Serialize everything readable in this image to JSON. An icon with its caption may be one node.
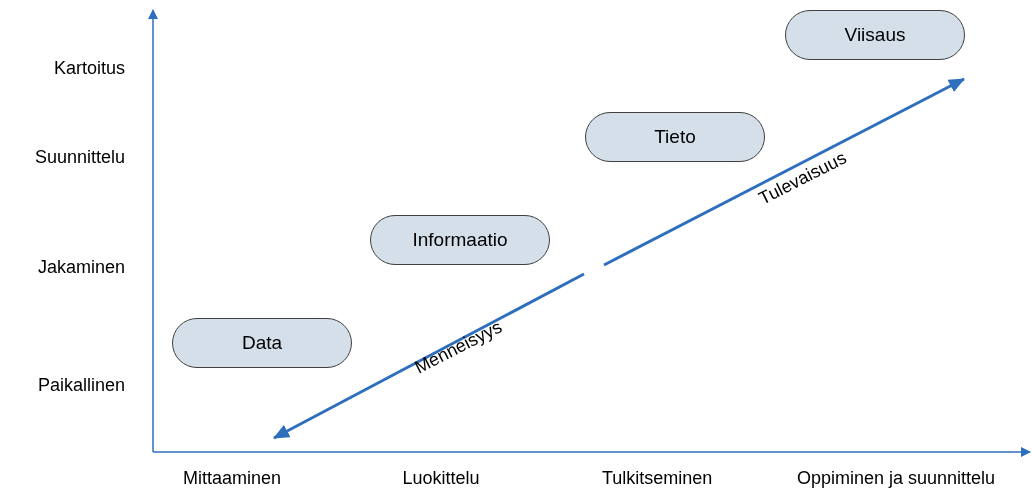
{
  "diagram": {
    "nodes": [
      {
        "text": [
          "Viisaus"
        ]
      },
      {
        "text": [
          "Tieto"
        ]
      },
      {
        "text": [
          "Informaatio"
        ]
      },
      {
        "text": [
          "Data"
        ]
      }
    ],
    "labels": [
      "Kartoitus",
      "Suunnittelu",
      "Jakaminen",
      "Paikallinen",
      "Tulevaisuus",
      "Menneisyys",
      "Mittaaminen",
      "Luokittelu",
      "Tulkitseminen",
      "Oppiminen ja suunnittelu"
    ]
  }
}
